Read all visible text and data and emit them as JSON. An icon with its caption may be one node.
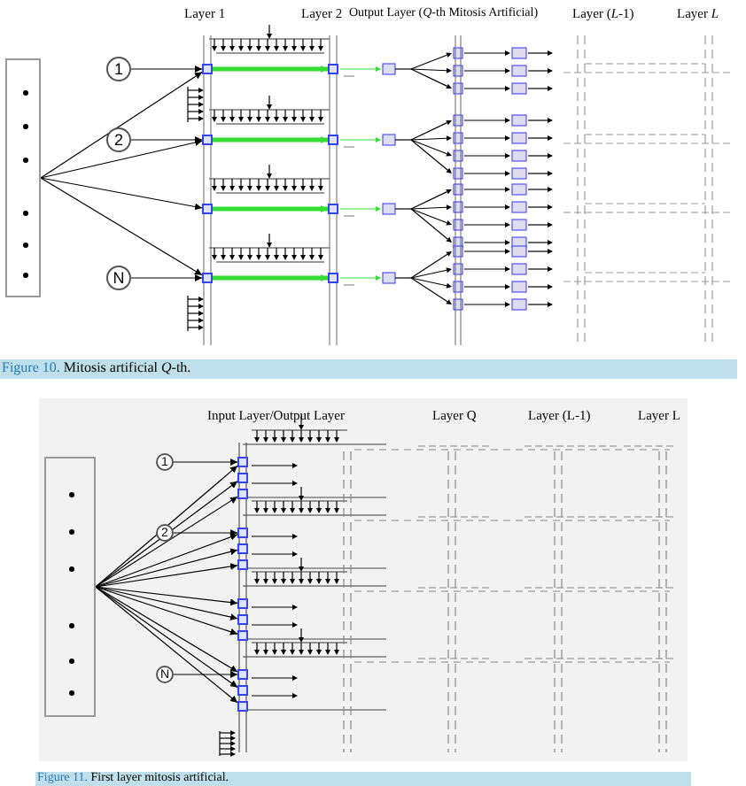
{
  "diagram": {
    "nodes": [
      {
        "text": [],
        "shape": "box"
      },
      {
        "text": [
          "1"
        ]
      },
      {
        "text": [
          "2"
        ]
      },
      {
        "text": [
          "N"
        ]
      },
      {
        "text": [],
        "shape": "box"
      },
      {
        "text": [],
        "shape": "box"
      },
      {
        "text": [],
        "shape": "box"
      },
      {
        "text": [],
        "shape": "box"
      },
      {
        "text": [],
        "shape": "box"
      },
      {
        "text": [],
        "shape": "box"
      },
      {
        "text": [],
        "shape": "box"
      },
      {
        "text": [],
        "shape": "box"
      },
      {
        "text": [],
        "shape": "box"
      },
      {
        "text": [
          "1"
        ]
      },
      {
        "text": [
          "2"
        ]
      },
      {
        "text": [
          "N"
        ]
      },
      {
        "text": [],
        "shape": "box"
      },
      {
        "text": [],
        "shape": "box"
      },
      {
        "text": [],
        "shape": "box"
      },
      {
        "text": [],
        "shape": "box"
      },
      {
        "text": [],
        "shape": "box"
      },
      {
        "text": [],
        "shape": "box"
      },
      {
        "text": [],
        "shape": "box"
      },
      {
        "text": [],
        "shape": "box"
      },
      {
        "text": [],
        "shape": "box"
      },
      {
        "text": [],
        "shape": "box"
      },
      {
        "text": [],
        "shape": "box"
      },
      {
        "text": [],
        "shape": "box"
      }
    ],
    "edges": [
      {
        "from": 0,
        "to": 4,
        "arrow": "to"
      },
      {
        "from": 0,
        "to": 5,
        "arrow": "to"
      },
      {
        "from": 0,
        "to": 6,
        "arrow": "to"
      },
      {
        "from": 0,
        "to": 7,
        "arrow": "to"
      },
      {
        "from": 1,
        "to": 4,
        "arrow": "to"
      },
      {
        "from": 2,
        "to": 5,
        "arrow": "to"
      },
      {
        "from": 3,
        "to": 7,
        "arrow": "to"
      },
      {
        "from": 4,
        "to": 8,
        "arrow": "to",
        "style": "thick",
        "color": "#33dd33"
      },
      {
        "from": 5,
        "to": 9,
        "arrow": "to",
        "style": "thick",
        "color": "#33dd33"
      },
      {
        "from": 6,
        "to": 10,
        "arrow": "to",
        "style": "thick",
        "color": "#33dd33"
      },
      {
        "from": 7,
        "to": 11,
        "arrow": "to",
        "style": "thick",
        "color": "#33dd33"
      },
      {
        "from": 12,
        "to": 16,
        "arrow": "to"
      },
      {
        "from": 12,
        "to": 17,
        "arrow": "to"
      },
      {
        "from": 12,
        "to": 18,
        "arrow": "to"
      },
      {
        "from": 12,
        "to": 19,
        "arrow": "to"
      },
      {
        "from": 12,
        "to": 20,
        "arrow": "to"
      },
      {
        "from": 12,
        "to": 21,
        "arrow": "to"
      },
      {
        "from": 12,
        "to": 22,
        "arrow": "to"
      },
      {
        "from": 12,
        "to": 23,
        "arrow": "to"
      },
      {
        "from": 12,
        "to": 24,
        "arrow": "to"
      },
      {
        "from": 12,
        "to": 25,
        "arrow": "to"
      },
      {
        "from": 12,
        "to": 26,
        "arrow": "to"
      },
      {
        "from": 12,
        "to": 27,
        "arrow": "to"
      },
      {
        "from": 13,
        "to": 16,
        "arrow": "to"
      },
      {
        "from": 14,
        "to": 19,
        "arrow": "to"
      },
      {
        "from": 15,
        "to": 25,
        "arrow": "to"
      }
    ],
    "labels": [
      "Layer 1",
      "Layer 2",
      "Output Layer (*Q*-th Mitosis Artificial)",
      "Layer (*L*-1)",
      "Layer *L*",
      "**Figure 10.** Mitosis artificial *Q*-th.",
      "Input Layer/Output Layer",
      "Layer Q",
      "Layer (L-1)",
      "Layer L",
      "**Figure 11.** First layer mitosis artificial."
    ]
  }
}
